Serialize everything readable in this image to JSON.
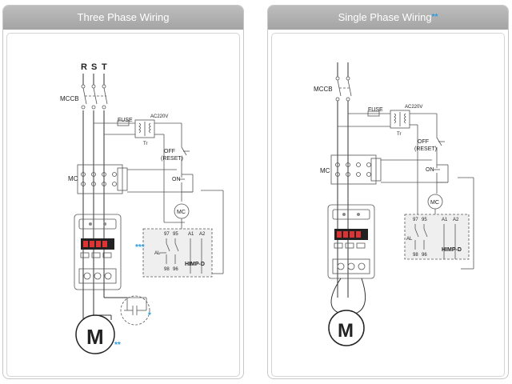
{
  "panels": {
    "three_phase": {
      "title": "Three Phase Wiring",
      "labels": {
        "r": "R",
        "s": "S",
        "t": "T",
        "mccb": "MCCB",
        "fuse": "FUSE",
        "ac220v": "AC220V",
        "tr": "Tr",
        "off": "OFF",
        "reset": "(RESET)",
        "on": "ON",
        "mc": "MC",
        "mc_coil": "MC",
        "motor": "M",
        "device": "HIMP-D",
        "al": "AL",
        "t97": "97",
        "t98": "98",
        "t95": "95",
        "t96": "96",
        "a1": "A1",
        "a2": "A2",
        "stars_device": "***",
        "stars_motor": "**",
        "star_ct": "*"
      }
    },
    "single_phase": {
      "title": "Single Phase Wiring",
      "title_mark": "**",
      "labels": {
        "mccb": "MCCB",
        "fuse": "FUSE",
        "ac220v": "AC220V",
        "tr": "Tr",
        "off": "OFF",
        "reset": "(RESET)",
        "on": "ON",
        "mc": "MC",
        "mc_coil": "MC",
        "motor": "M",
        "device": "HIMP-D",
        "al": "AL",
        "t97": "97",
        "t98": "98",
        "t95": "95",
        "t96": "96",
        "a1": "A1",
        "a2": "A2"
      }
    }
  },
  "colors": {
    "accent": "#2a9be0",
    "header": "#aaaaaa"
  }
}
